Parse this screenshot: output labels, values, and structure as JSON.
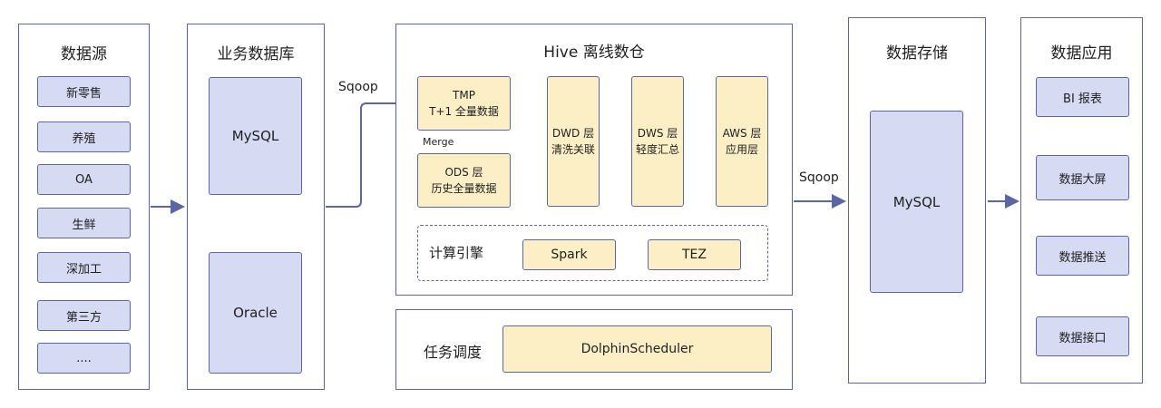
{
  "source_panel": {
    "title": "数据源",
    "items": [
      "新零售",
      "养殖",
      "OA",
      "生鲜",
      "深加工",
      "第三方",
      "...."
    ]
  },
  "business_db_panel": {
    "title": "业务数据库",
    "items": [
      "MySQL",
      "Oracle"
    ]
  },
  "sqoop_in_label": "Sqoop",
  "hive_panel": {
    "title": "Hive 离线数仓",
    "tmp": {
      "line1": "TMP",
      "line2": "T+1 全量数据"
    },
    "merge_label": "Merge",
    "ods": {
      "line1": "ODS 层",
      "line2": "历史全量数据"
    },
    "dwd": {
      "line1": "DWD 层",
      "line2": "清洗关联"
    },
    "dws": {
      "line1": "DWS 层",
      "line2": "轻度汇总"
    },
    "aws": {
      "line1": "AWS 层",
      "line2": "应用层"
    },
    "engine": {
      "label": "计算引擎",
      "items": [
        "Spark",
        "TEZ"
      ]
    }
  },
  "scheduler_panel": {
    "label": "任务调度",
    "tool": "DolphinScheduler"
  },
  "sqoop_out_label": "Sqoop",
  "storage_panel": {
    "title": "数据存储",
    "item": "MySQL"
  },
  "app_panel": {
    "title": "数据应用",
    "items": [
      "BI 报表",
      "数据大屏",
      "数据推送",
      "数据接口"
    ]
  },
  "colors": {
    "border": "#5b67a3",
    "purple_fill": "#d6daf3",
    "yellow_fill": "#fcefc6"
  }
}
